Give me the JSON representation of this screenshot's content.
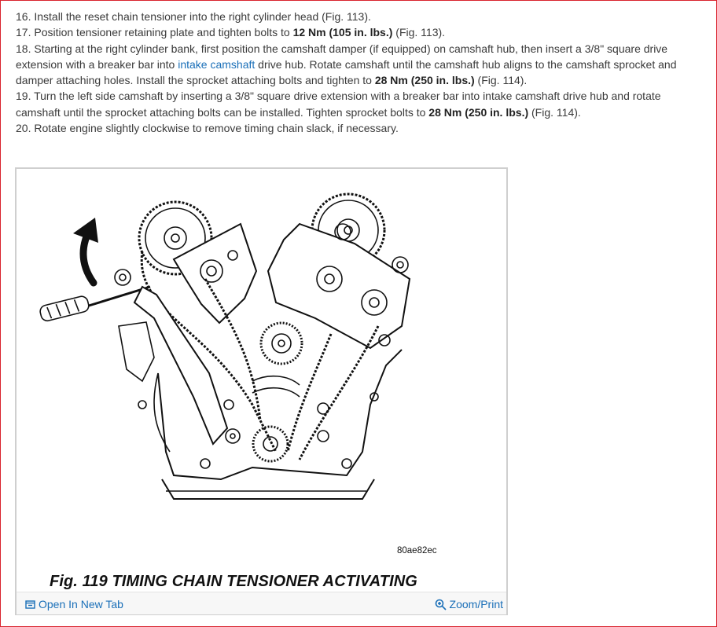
{
  "steps": [
    {
      "parts": [
        "16. Install the reset chain tensioner into the right cylinder head (Fig. 113)."
      ]
    },
    {
      "parts": [
        "17. Position tensioner retaining plate and tighten bolts to ",
        "12 Nm (105 in. lbs.)",
        " (Fig. 113)."
      ]
    },
    {
      "parts": [
        "18. Starting at the right cylinder bank, first position the camshaft damper (if equipped) on camshaft hub, then insert a 3/8\" square drive extension with a breaker bar into ",
        "intake camshaft",
        " drive hub. Rotate camshaft until the camshaft hub aligns to the camshaft sprocket and damper attaching holes. Install the sprocket attaching bolts and tighten to ",
        "28 Nm (250 in. lbs.)",
        " (Fig. 114)."
      ]
    },
    {
      "parts": [
        "19. Turn the left side camshaft by inserting a 3/8\" square drive extension with a breaker bar into intake camshaft drive hub and rotate camshaft until the sprocket attaching bolts can be installed. Tighten sprocket bolts to ",
        "28 Nm (250 in. lbs.)",
        " (Fig. 114)."
      ]
    },
    {
      "parts": [
        "20. Rotate engine slightly clockwise to remove timing chain slack, if necessary."
      ]
    }
  ],
  "figure": {
    "code": "80ae82ec",
    "caption": "Fig. 119 TIMING CHAIN TENSIONER ACTIVATING",
    "open_tab_label": "Open In New Tab",
    "zoom_label": "Zoom/Print"
  },
  "colors": {
    "link": "#1a6fb8",
    "frame_border": "#d9232d"
  },
  "icons": {
    "open_tab": "external-window-icon",
    "zoom": "magnifier-plus-icon"
  }
}
